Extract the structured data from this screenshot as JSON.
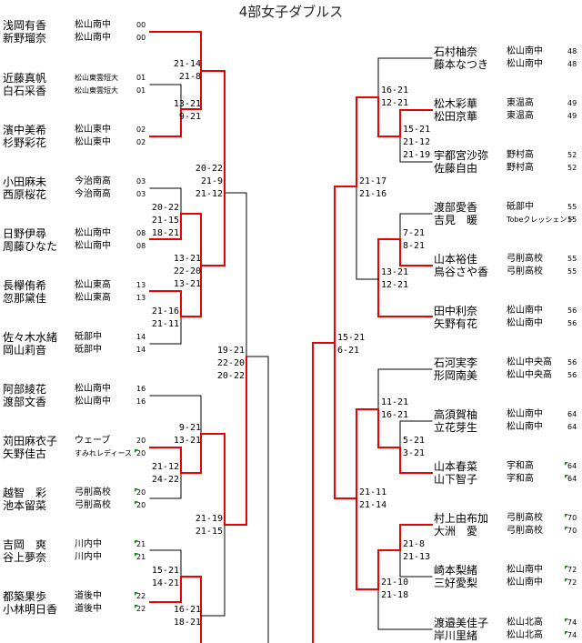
{
  "title": "4部女子ダブルス",
  "colors": {
    "winner_line": "#ee0000",
    "loser_line": "#000000",
    "flag": "#1a8a1a"
  },
  "left_entries": [
    {
      "p1": "浅岡有香",
      "p2": "新野瑠奈",
      "school1": "松山南中",
      "school2": "松山南中",
      "num": "00"
    },
    {
      "p1": "近藤真帆",
      "p2": "白石采香",
      "school1": "松山東雲短大",
      "school2": "松山東雲短大",
      "num": "01"
    },
    {
      "p1": "濱中美希",
      "p2": "杉野彩花",
      "school1": "松山東中",
      "school2": "松山東中",
      "num": "02"
    },
    {
      "p1": "小田麻未",
      "p2": "西原桜花",
      "school1": "今治南高",
      "school2": "今治南高",
      "num": "03"
    },
    {
      "p1": "日野伊尋",
      "p2": "周藤ひなた",
      "school1": "松山南中",
      "school2": "松山南中",
      "num": "08"
    },
    {
      "p1": "長欅侑希",
      "p2": "忽那黛佳",
      "school1": "松山東高",
      "school2": "松山東高",
      "num": "13"
    },
    {
      "p1": "佐々木水緒",
      "p2": "岡山莉音",
      "school1": "砥部中",
      "school2": "砥部中",
      "num": "14"
    },
    {
      "p1": "阿部綾花",
      "p2": "渡部文香",
      "school1": "松山南中",
      "school2": "松山南中",
      "num": "16"
    },
    {
      "p1": "苅田麻衣子",
      "p2": "矢野佳古",
      "school1": "ウェーブ",
      "school2": "すみれレディース",
      "num": "20"
    },
    {
      "p1": "越智　彩",
      "p2": "池本留菜",
      "school1": "弓削高校",
      "school2": "弓削高校",
      "num": "20"
    },
    {
      "p1": "吉岡　爽",
      "p2": "谷上夢奈",
      "school1": "川内中",
      "school2": "川内中",
      "num": "21"
    },
    {
      "p1": "都築果歩",
      "p2": "小林明日香",
      "school1": "道後中",
      "school2": "道後中",
      "num": "22"
    }
  ],
  "right_entries": [
    {
      "p1": "石村柚奈",
      "p2": "藤本なつき",
      "school1": "松山南中",
      "school2": "松山南中",
      "num": "48"
    },
    {
      "p1": "松木彩華",
      "p2": "松田京華",
      "school1": "東温高",
      "school2": "東温高",
      "num": "49"
    },
    {
      "p1": "宇都宮沙弥",
      "p2": "佐藤自由",
      "school1": "野村高",
      "school2": "野村高",
      "num": "52"
    },
    {
      "p1": "渡部愛香",
      "p2": "吉見　暖",
      "school1": "砥部中",
      "school2": "Tobeクレッシェンド",
      "num": "55"
    },
    {
      "p1": "山本裕佳",
      "p2": "鳥谷さや香",
      "school1": "弓削高校",
      "school2": "弓削高校",
      "num": "55"
    },
    {
      "p1": "田中利奈",
      "p2": "矢野有花",
      "school1": "松山南中",
      "school2": "松山南中",
      "num": "56"
    },
    {
      "p1": "石河実李",
      "p2": "形岡南美",
      "school1": "松山中央高",
      "school2": "松山中央高",
      "num": "56"
    },
    {
      "p1": "高須賀柚",
      "p2": "立花芽生",
      "school1": "松山南中",
      "school2": "松山南中",
      "num": "64"
    },
    {
      "p1": "山本春菜",
      "p2": "山下智子",
      "school1": "宇和高",
      "school2": "宇和高",
      "num": "64"
    },
    {
      "p1": "村上由布加",
      "p2": "大洲　愛",
      "school1": "弓削高校",
      "school2": "弓削高校",
      "num": "70"
    },
    {
      "p1": "崎本梨緒",
      "p2": "三好愛梨",
      "school1": "松山南中",
      "school2": "松山南中",
      "num": "72"
    },
    {
      "p1": "渡邉美佳子",
      "p2": "岸川里緒",
      "school1": "松山北高",
      "school2": "松山北高",
      "num": "74"
    }
  ],
  "left_scores": {
    "m01_02": [
      "13-21",
      "9-21"
    ],
    "m00_w": [
      "21-14",
      "21-8"
    ],
    "m03_08": [
      "20-22",
      "21-15",
      "18-21"
    ],
    "m13_14": [
      "21-16",
      "21-11"
    ],
    "mq2": [
      "13-21",
      "22-20",
      "13-21"
    ],
    "ms1": [
      "20-22",
      "21-9",
      "21-12"
    ],
    "m20_20": [
      "21-12",
      "24-22"
    ],
    "m16_w": [
      "9-21",
      "13-21"
    ],
    "m21_22": [
      "15-21",
      "14-21"
    ],
    "mq4": [
      "16-21",
      "18-21"
    ],
    "ms2": [
      "21-19",
      "21-15"
    ],
    "mf": [
      "19-21",
      "22-20",
      "20-22"
    ]
  },
  "right_scores": {
    "m49_52": [
      "15-21",
      "21-12",
      "21-19"
    ],
    "m48_w": [
      "16-21",
      "12-21"
    ],
    "m55_55": [
      "7-21",
      "8-21"
    ],
    "mq2": [
      "13-21",
      "12-21"
    ],
    "ms1": [
      "21-17",
      "21-16"
    ],
    "m64_64": [
      "5-21",
      "3-21"
    ],
    "m56_w": [
      "11-21",
      "16-21"
    ],
    "m70_72": [
      "21-8",
      "21-13"
    ],
    "mq4": [
      "21-10",
      "21-18"
    ],
    "ms2": [
      "21-11",
      "21-14"
    ],
    "mf": [
      "15-21",
      "6-21"
    ]
  }
}
